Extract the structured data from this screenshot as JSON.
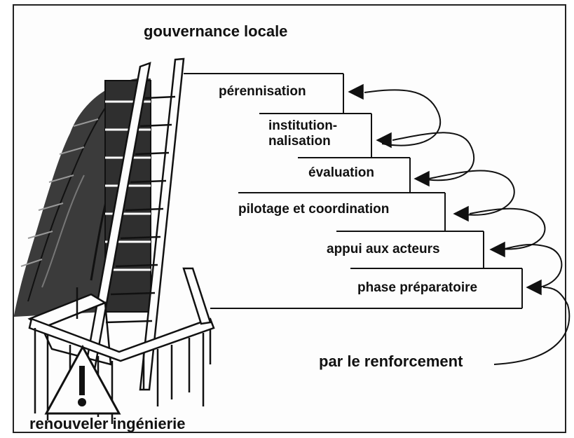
{
  "diagram": {
    "top_label": "gouvernance locale",
    "bottom_label": "renouveler ingénierie",
    "side_label": "par le renforcement",
    "steps": [
      {
        "line1": "pérennisation",
        "line2": ""
      },
      {
        "line1": "institution-",
        "line2": "nalisation"
      },
      {
        "line1": "évaluation",
        "line2": ""
      },
      {
        "line1": "pilotage et coordination",
        "line2": ""
      },
      {
        "line1": "appui aux acteurs",
        "line2": ""
      },
      {
        "line1": "phase préparatoire",
        "line2": ""
      }
    ],
    "warning_glyph": "!"
  },
  "colors": {
    "ink": "#111111",
    "paper": "#fdfdfd"
  }
}
